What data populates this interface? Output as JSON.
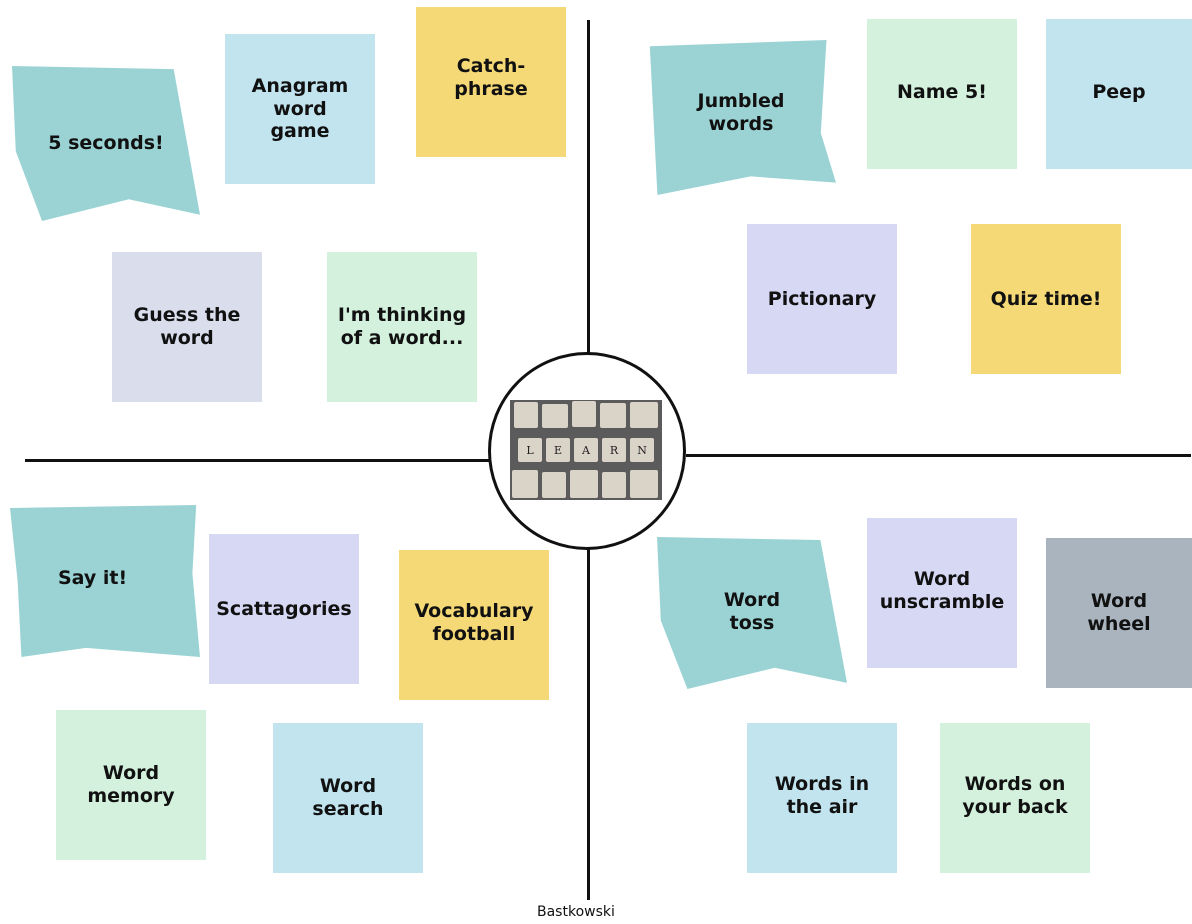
{
  "notes": [
    {
      "id": "5-seconds",
      "text": "5 seconds!",
      "color": "#9bd3d4"
    },
    {
      "id": "anagram",
      "text": "Anagram\nword\ngame",
      "color": "#c1e4ef"
    },
    {
      "id": "catchphrase",
      "text": "Catch-\nphrase",
      "color": "#f5d976"
    },
    {
      "id": "guess-the-word",
      "text": "Guess the\nword",
      "color": "#d9ddec"
    },
    {
      "id": "thinking-of-a-word",
      "text": "I'm thinking\nof a word...",
      "color": "#d3f1dd"
    },
    {
      "id": "jumbled-words",
      "text": "Jumbled\nwords",
      "color": "#9bd3d4"
    },
    {
      "id": "name-5",
      "text": "Name 5!",
      "color": "#d3f1dd"
    },
    {
      "id": "peep",
      "text": "Peep",
      "color": "#c1e4ef"
    },
    {
      "id": "pictionary",
      "text": "Pictionary",
      "color": "#d6d8f4"
    },
    {
      "id": "quiz-time",
      "text": "Quiz time!",
      "color": "#f5d976"
    },
    {
      "id": "say-it",
      "text": "Say it!",
      "color": "#9bd3d4"
    },
    {
      "id": "scattagories",
      "text": "Scattagories",
      "color": "#d6d8f4"
    },
    {
      "id": "vocabulary-football",
      "text": "Vocabulary\nfootball",
      "color": "#f5d976"
    },
    {
      "id": "word-memory",
      "text": "Word\nmemory",
      "color": "#d3f1dd"
    },
    {
      "id": "word-search",
      "text": "Word\nsearch",
      "color": "#c1e4ef"
    },
    {
      "id": "word-toss",
      "text": "Word\ntoss",
      "color": "#9bd3d4"
    },
    {
      "id": "word-unscramble",
      "text": "Word\nunscramble",
      "color": "#d6d8f4"
    },
    {
      "id": "word-wheel",
      "text": "Word\nwheel",
      "color": "#a9b4bf"
    },
    {
      "id": "words-in-the-air",
      "text": "Words in\nthe air",
      "color": "#c1e4ef"
    },
    {
      "id": "words-on-your-back",
      "text": "Words on\nyour back",
      "color": "#d3f1dd"
    }
  ],
  "center_image": {
    "letters": [
      "L",
      "E",
      "A",
      "R",
      "N"
    ]
  },
  "credit": "Bastkowski"
}
